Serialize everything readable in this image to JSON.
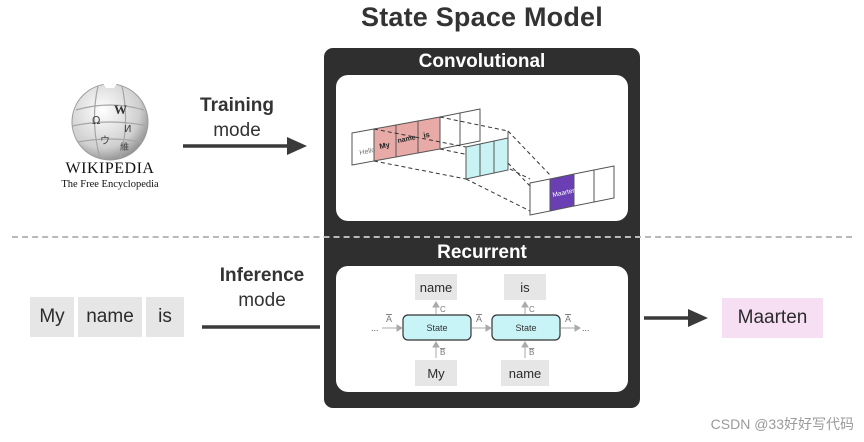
{
  "title": "State Space Model",
  "convolutional": {
    "label": "Convolutional",
    "tokens": [
      "Hello",
      "My",
      "name",
      "is"
    ],
    "output_token": "Maarten"
  },
  "recurrent": {
    "label": "Recurrent",
    "outputs": [
      "name",
      "is"
    ],
    "inputs": [
      "My",
      "name"
    ],
    "state_label": "State",
    "c_label": "C",
    "b_label": "B",
    "a_label": "A",
    "ellipsis": "..."
  },
  "wikipedia": {
    "name": "WIKIPEDIA",
    "tagline": "The Free Encyclopedia",
    "globe_glyphs": [
      "W",
      "Ω",
      "И",
      "ウ",
      "維"
    ]
  },
  "training": {
    "bold": "Training",
    "normal": "mode"
  },
  "inference": {
    "bold": "Inference",
    "normal": "mode"
  },
  "inference_tokens": [
    "My",
    "name",
    "is"
  ],
  "output": "Maarten",
  "watermark": "CSDN @33好好写代码",
  "colors": {
    "panel": "#2f2f2f",
    "token_highlight": "#e8aaa6",
    "kernel": "#c9f2f4",
    "output_cell": "#6b3fb4",
    "state_fill": "#c8f4f7",
    "output_box": "#f6dff3"
  }
}
